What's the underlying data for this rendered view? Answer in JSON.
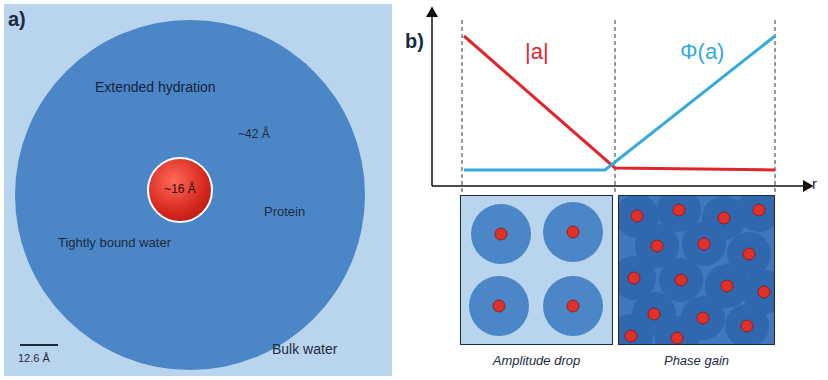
{
  "diagram": {
    "nodes": [
      {
        "text": [
          "Extended hydration"
        ]
      },
      {
        "text": [
          "~16 Å"
        ],
        "in": 0
      },
      {
        "text": [
          "Amplitude drop"
        ]
      },
      {
        "text": [
          "Phase gain"
        ]
      }
    ],
    "labels": [
      "a)",
      "~42 Å",
      "Protein",
      "Tightly bound water",
      "12.6 Å",
      "Bulk water",
      "b)",
      "|a|",
      "Φ(a)",
      "r"
    ]
  }
}
